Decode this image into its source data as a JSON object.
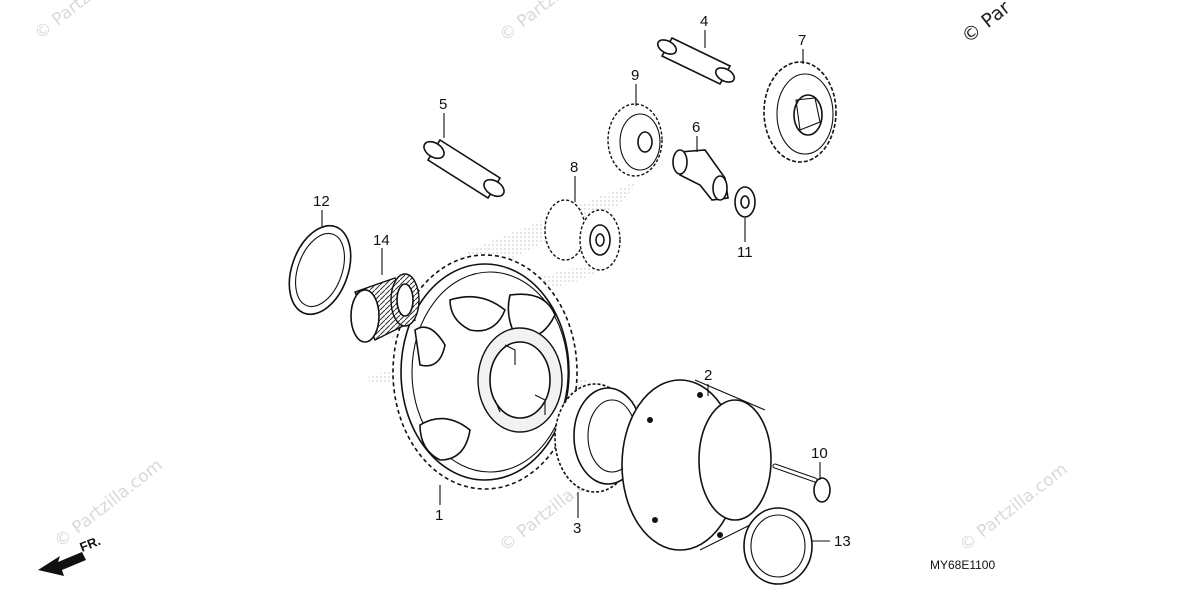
{
  "diagram": {
    "code": "MY68E1100",
    "front_label": "FR.",
    "copyright": "© Par",
    "watermark": "© Partzilla.com",
    "parts": [
      {
        "no": "1"
      },
      {
        "no": "2"
      },
      {
        "no": "3"
      },
      {
        "no": "4"
      },
      {
        "no": "5"
      },
      {
        "no": "6"
      },
      {
        "no": "7"
      },
      {
        "no": "8"
      },
      {
        "no": "9"
      },
      {
        "no": "10"
      },
      {
        "no": "11"
      },
      {
        "no": "12"
      },
      {
        "no": "13"
      },
      {
        "no": "14"
      }
    ]
  }
}
